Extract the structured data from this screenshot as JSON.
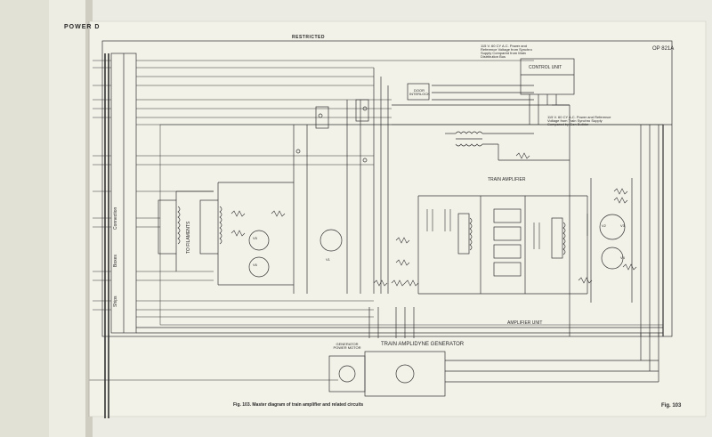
{
  "header": {
    "left_title": "POWER D",
    "restricted": "RESTRICTED",
    "doc_id": "OP 821A"
  },
  "control_unit": {
    "title": "CONTROL UNIT",
    "note": "115 V. 60 CY A.C. Power and Reference Voltage from Synchro Supply Compared from Main Distribution Bus"
  },
  "door_interlock": "DOOR INTERLOCK",
  "ref_note": "115 V. 60 CY A.C. Power and Reference Voltage from Train Synchro Supply Compared by Gen Builder",
  "train_amplifier": "TRAIN AMPLIFIER",
  "amplifier_unit": "AMPLIFIER UNIT",
  "generator": {
    "motor_label": "GENERATOR POWER MOTOR",
    "title": "TRAIN AMPLIDYNE GENERATOR"
  },
  "bus_labels": {
    "connection": "Connection",
    "boxes": "Boxes",
    "ships": "Ships"
  },
  "to_filaments": "TO FILAMENTS",
  "tube_labels": [
    "V1",
    "V2",
    "V3",
    "V4",
    "V5",
    "V6"
  ],
  "caption": "Fig. 103. Master diagram of train amplifier and related circuits",
  "fig_number": "Fig. 103"
}
